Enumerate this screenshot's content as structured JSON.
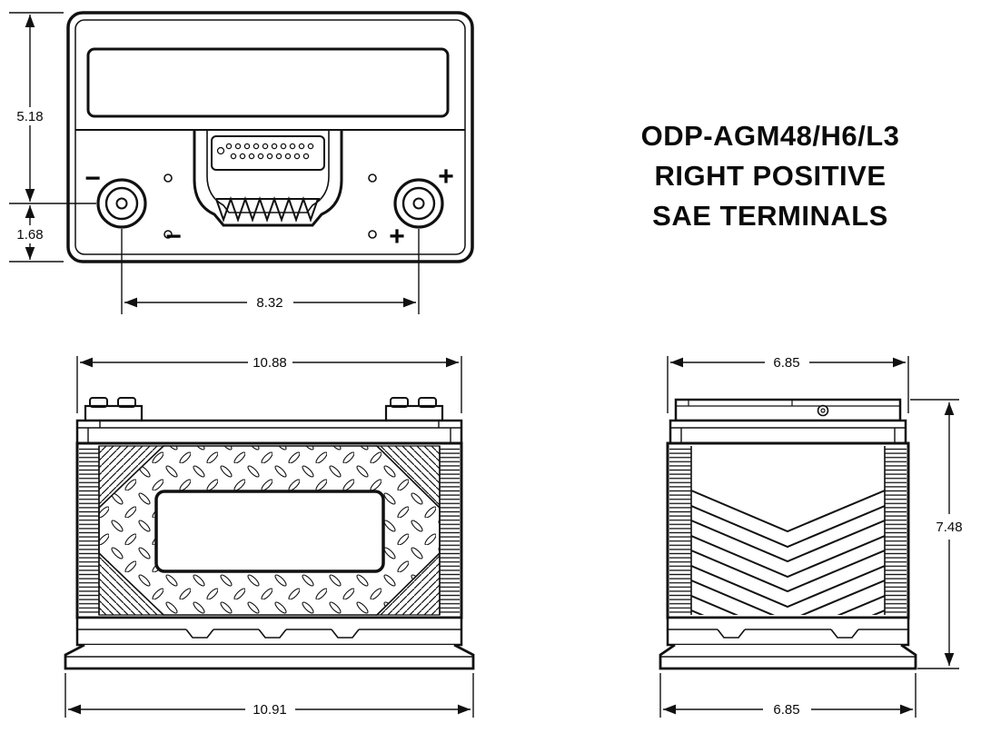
{
  "title": {
    "line1": "ODP-AGM48/H6/L3",
    "line2": "RIGHT POSITIVE",
    "line3": "SAE TERMINALS"
  },
  "top_view": {
    "dim_top_to_terminal": "5.18",
    "dim_terminal_to_front": "1.68",
    "dim_terminal_spacing": "8.32",
    "negative_symbol": "−",
    "positive_symbol": "+"
  },
  "front_view": {
    "dim_width_top": "10.88",
    "dim_width_bottom": "10.91"
  },
  "side_view": {
    "dim_depth_top": "6.85",
    "dim_height": "7.48",
    "dim_depth_bottom": "6.85"
  },
  "colors": {
    "ink": "#111111",
    "background": "#ffffff"
  }
}
